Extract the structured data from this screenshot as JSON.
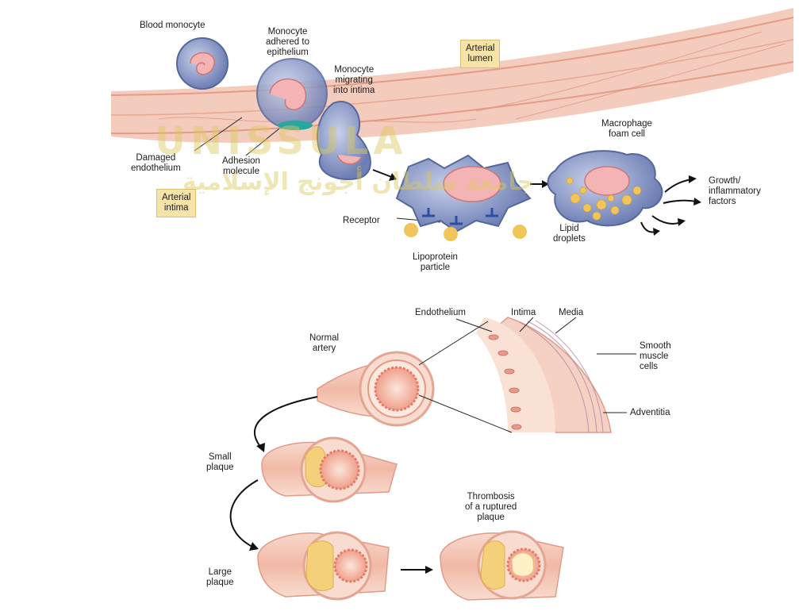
{
  "labels": {
    "blood_monocyte": "Blood monocyte",
    "monocyte_adhered": "Monocyte\nadhered to\nepithelium",
    "arterial_lumen": "Arterial\nlumen",
    "monocyte_migrating": "Monocyte\nmigrating\ninto intima",
    "macrophage_foam_cell": "Macrophage\nfoam cell",
    "damaged_endothelium": "Damaged\nendothelium",
    "adhesion_molecule": "Adhesion\nmolecule",
    "growth_factors": "Growth/\ninflammatory\nfactors",
    "arterial_intima": "Arterial\nintima",
    "receptor": "Receptor",
    "lipid_droplets": "Lipid\ndroplets",
    "lipoprotein_particle": "Lipoprotein\nparticle",
    "endothelium": "Endothelium",
    "intima": "Intima",
    "media": "Media",
    "normal_artery": "Normal\nartery",
    "smooth_muscle_cells": "Smooth\nmuscle\ncells",
    "adventitia": "Adventitia",
    "small_plaque": "Small\nplaque",
    "thrombosis": "Thrombosis\nof a ruptured\nplaque",
    "large_plaque": "Large\nplaque"
  },
  "watermark": {
    "text_latin": "UNISSULA",
    "text_arabic": "جامعة سلطان أجونج الإسلامية"
  },
  "colors": {
    "vessel_pink": "#f3c2b0",
    "vessel_deep": "#e59a84",
    "cell_blue": "#7f8fc0",
    "nucleus_pink": "#f4b4b6",
    "lipid_yellow": "#f0c65a",
    "label_box": "#f6e3a8",
    "watermark": "#dcc85a"
  }
}
